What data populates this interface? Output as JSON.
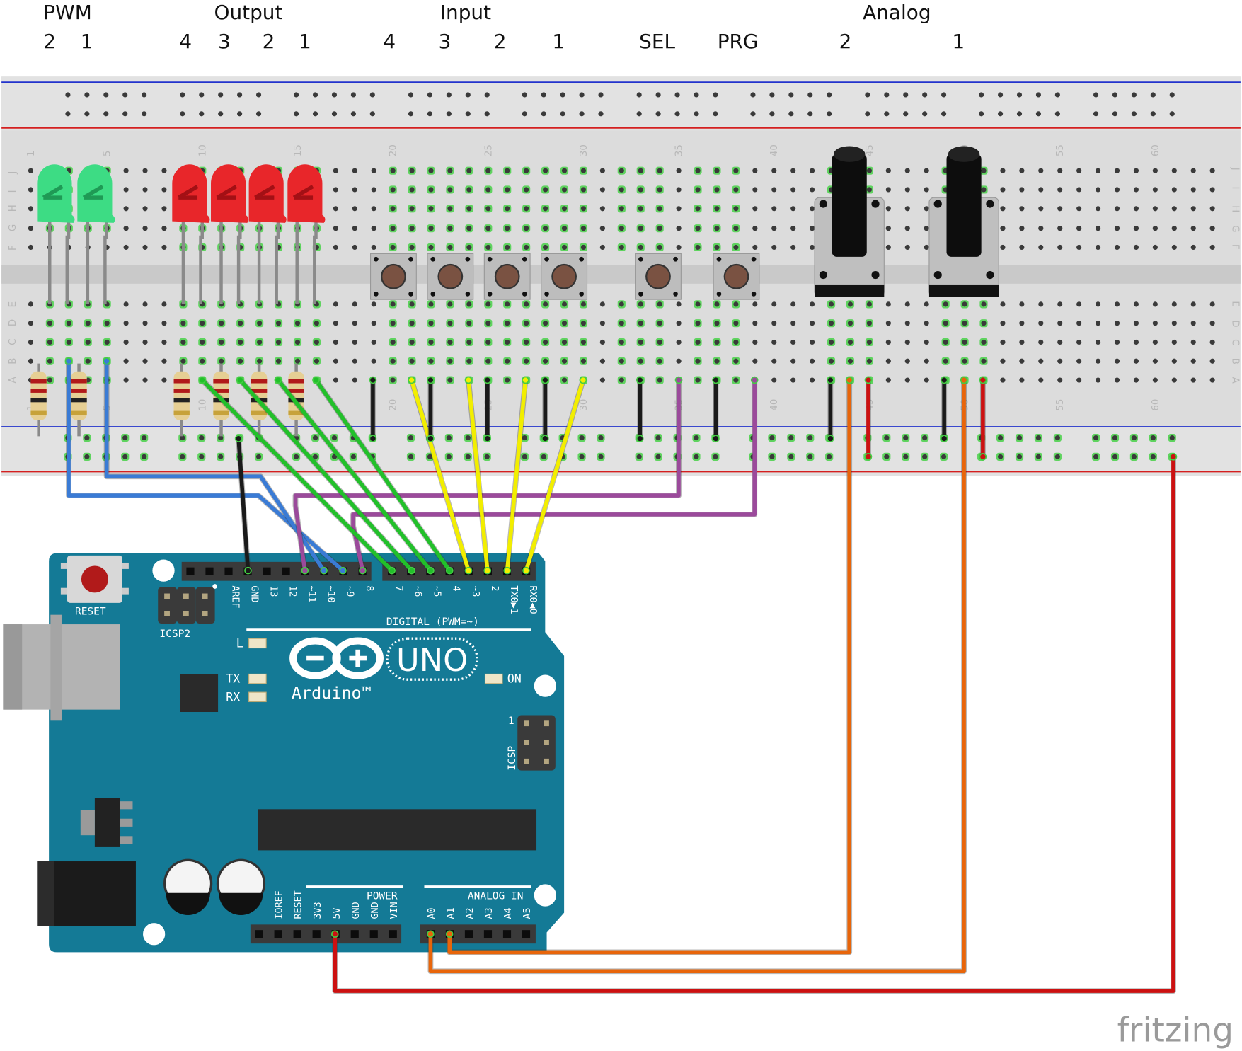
{
  "top_labels": {
    "groups": [
      "PWM",
      "Output",
      "Input",
      "Analog"
    ],
    "numbers": [
      "2",
      "1",
      "4",
      "3",
      "2",
      "1",
      "4",
      "3",
      "2",
      "1",
      "SEL",
      "PRG",
      "2",
      "1"
    ]
  },
  "breadboard": {
    "column_numbers": [
      "1",
      "5",
      "10",
      "15",
      "20",
      "25",
      "30",
      "35",
      "40",
      "45",
      "50",
      "55",
      "60"
    ],
    "row_letters_top": [
      "J",
      "I",
      "H",
      "G",
      "F"
    ],
    "row_letters_bottom": [
      "E",
      "D",
      "C",
      "B",
      "A"
    ]
  },
  "components": {
    "led_colors": {
      "green": "#3ddc84",
      "red": "#e8262a"
    },
    "wire_colors": {
      "blue": "#3a7bd5",
      "green": "#22c02a",
      "yellow": "#f2ee00",
      "purple": "#9b4a9b",
      "black": "#1a1a1a",
      "red": "#cc1111",
      "orange": "#e8650a"
    }
  },
  "arduino": {
    "board_color": "#147a96",
    "reset": "RESET",
    "icsp2": "ICSP2",
    "digital_pins": [
      "AREF",
      "GND",
      "13",
      "12",
      "~11",
      "~10",
      "~9",
      "8",
      "7",
      "~6",
      "~5",
      "4",
      "~3",
      "2",
      "TX0▶1",
      "RX0◀0"
    ],
    "digital_title": "DIGITAL (PWM=~)",
    "led_l": "L",
    "led_tx": "TX",
    "led_rx": "RX",
    "led_on": "ON",
    "logo_model": "UNO",
    "logo_brand": "Arduino™",
    "icsp": "ICSP",
    "icsp_pin1": "1",
    "power_pins": [
      "IOREF",
      "RESET",
      "3V3",
      "5V",
      "GND",
      "GND",
      "VIN"
    ],
    "power_title": "POWER",
    "analog_title": "ANALOG IN",
    "analog_pins": [
      "A0",
      "A1",
      "A2",
      "A3",
      "A4",
      "A5"
    ]
  },
  "watermark": "fritzing"
}
